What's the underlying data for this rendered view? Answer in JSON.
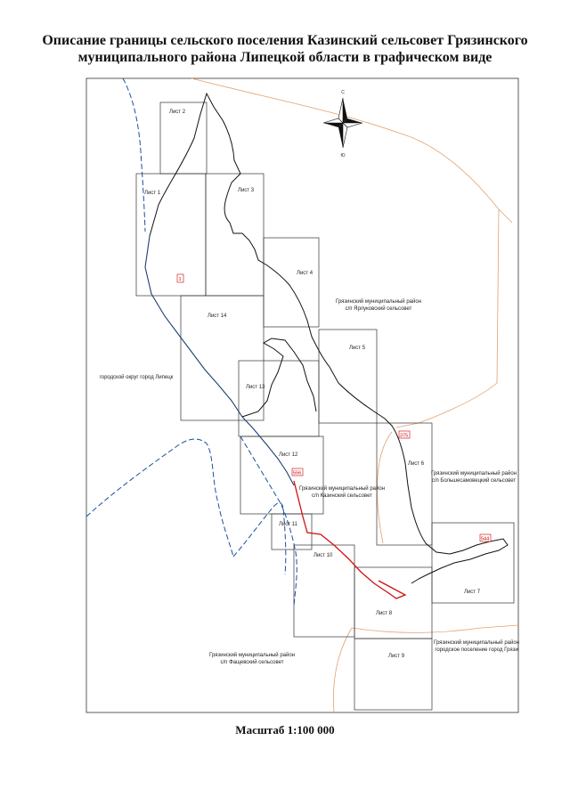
{
  "title_line1": "Описание границы сельского поселения Казинский сельсовет Грязинского",
  "title_line2": "муниципального района Липецкой области в графическом виде",
  "scale": "Масштаб 1:100 000",
  "compass": {
    "north": "С",
    "south": "Ю"
  },
  "sheets": [
    "Лист 1",
    "Лист 2",
    "Лист 3",
    "Лист 4",
    "Лист 5",
    "Лист 6",
    "Лист 7",
    "Лист 8",
    "Лист 9",
    "Лист 10",
    "Лист 11",
    "Лист 12",
    "Лист 13",
    "Лист 14"
  ],
  "points": [
    "1",
    "375",
    "556",
    "544"
  ],
  "regions": {
    "yarlukovsky_1": "Грязинский муниципальный район",
    "yarlukovsky_2": "с/п Ярлуковский сельсовет",
    "lipetsk": "городской округ город Липецк",
    "bolshesamovetsky_1": "Грязинский муниципальный район",
    "bolshesamovetsky_2": "с/п Большесамовецкий сельсовет",
    "kazinsky_1": "Грязинский муниципальный район",
    "kazinsky_2": "с/п Казинский сельсовет",
    "gryazi_1": "Грязинский муниципальный район",
    "gryazi_2": "городское поселение город Грязи",
    "fashchevsky_1": "Грязинский муниципальный район",
    "fashchevsky_2": "с/п Фащевский сельсовет"
  },
  "colors": {
    "boundary": "#111111",
    "highlight": "#d01010",
    "dashed": "#1a4fa0",
    "district": "#e0a070",
    "frame": "#333333"
  }
}
